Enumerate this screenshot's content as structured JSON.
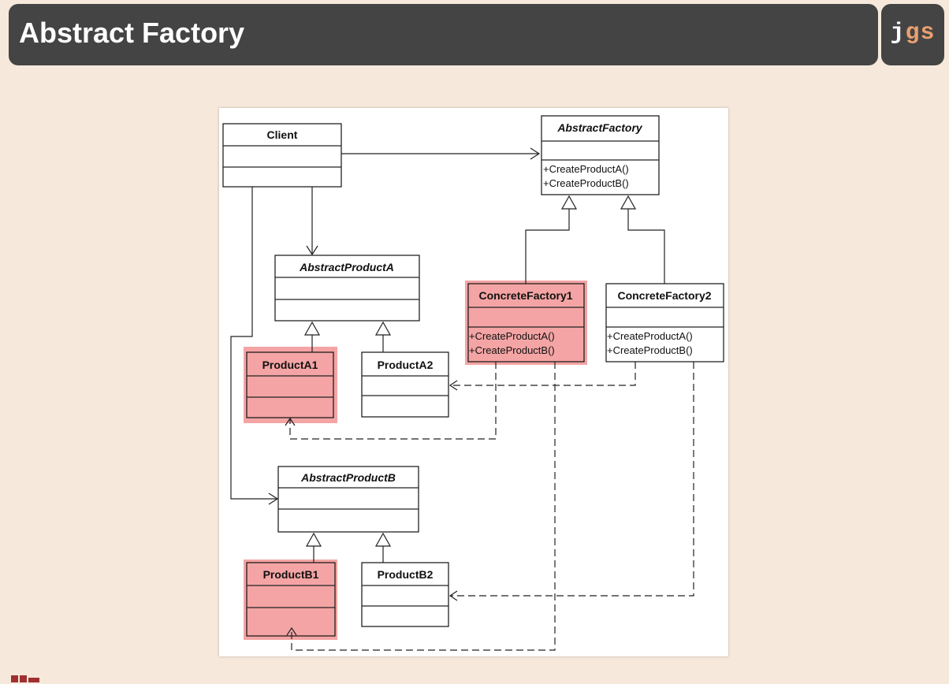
{
  "slide": {
    "title": "Abstract Factory"
  },
  "logo": {
    "part1": "j",
    "part2": "gs"
  },
  "diagram": {
    "client": "Client",
    "abstract_factory": "AbstractFactory",
    "abstract_factory_op1": "+CreateProductA()",
    "abstract_factory_op2": "+CreateProductB()",
    "abstract_product_a": "AbstractProductA",
    "product_a1": "ProductA1",
    "product_a2": "ProductA2",
    "concrete_factory_1": "ConcreteFactory1",
    "cf1_op1": "+CreateProductA()",
    "cf1_op2": "+CreateProductB()",
    "concrete_factory_2": "ConcreteFactory2",
    "cf2_op1": "+CreateProductA()",
    "cf2_op2": "+CreateProductB()",
    "abstract_product_b": "AbstractProductB",
    "product_b1": "ProductB1",
    "product_b2": "ProductB2"
  },
  "colors": {
    "title_bar": "#444444",
    "background": "#f6e9dc",
    "highlight": "#f4a4a4",
    "logo_accent": "#e9a070"
  }
}
